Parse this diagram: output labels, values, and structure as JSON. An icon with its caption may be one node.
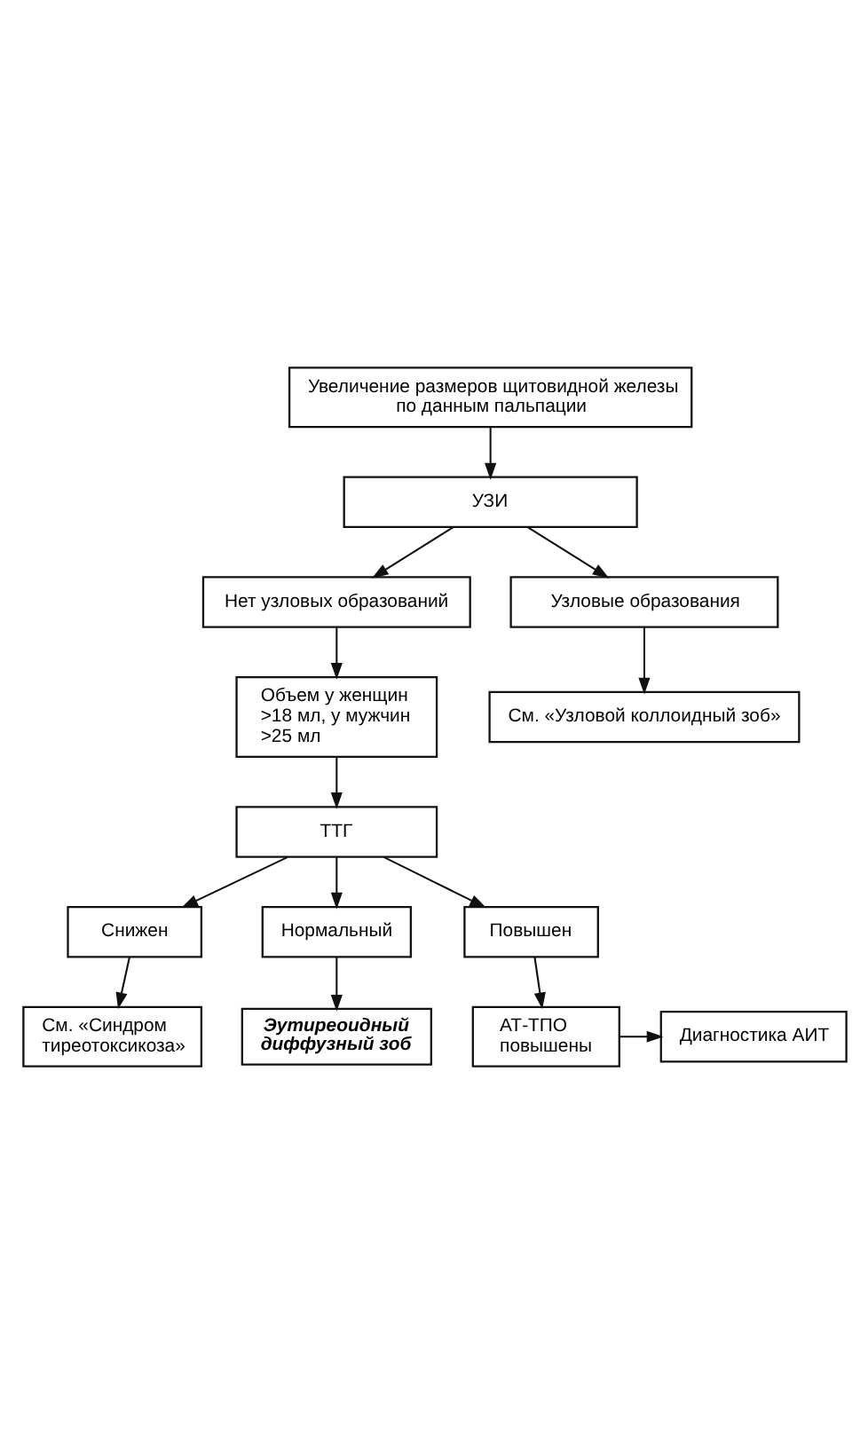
{
  "diagram": {
    "nodes": [
      {
        "text": [
          "Увеличение размеров щитовидной железы по данным пальпации"
        ]
      },
      {
        "text": [
          "УЗИ"
        ]
      },
      {
        "text": [
          "Нет узловых образований"
        ]
      },
      {
        "text": [
          "Узловые образования"
        ]
      },
      {
        "text": [
          "Объем у женщин >18 мл, у мужчин >25 мл"
        ]
      },
      {
        "text": [
          "См. «Узловой коллоидный зоб»"
        ]
      },
      {
        "text": [
          "ТТГ"
        ]
      },
      {
        "text": [
          "Снижен"
        ]
      },
      {
        "text": [
          "Нормальный"
        ]
      },
      {
        "text": [
          "Повышен"
        ]
      },
      {
        "text": [
          "См. «Синдром тиреотоксикоза»"
        ]
      },
      {
        "text": [
          "Эутиреоидный диффузный зоб"
        ]
      },
      {
        "text": [
          "АТ-ТПО повышены"
        ]
      },
      {
        "text": [
          "Диагностика АИТ"
        ]
      }
    ],
    "edges": [
      {
        "from": 0,
        "to": 1,
        "arrow": "to"
      },
      {
        "from": 1,
        "to": 2,
        "arrow": "to"
      },
      {
        "from": 1,
        "to": 3,
        "arrow": "to"
      },
      {
        "from": 2,
        "to": 4,
        "arrow": "to"
      },
      {
        "from": 3,
        "to": 5,
        "arrow": "to"
      },
      {
        "from": 4,
        "to": 6,
        "arrow": "to"
      },
      {
        "from": 6,
        "to": 7,
        "arrow": "to"
      },
      {
        "from": 6,
        "to": 8,
        "arrow": "to"
      },
      {
        "from": 6,
        "to": 9,
        "arrow": "to"
      },
      {
        "from": 7,
        "to": 10,
        "arrow": "to"
      },
      {
        "from": 8,
        "to": 11,
        "arrow": "to"
      },
      {
        "from": 9,
        "to": 12,
        "arrow": "to"
      },
      {
        "from": 12,
        "to": 13,
        "arrow": "to"
      }
    ]
  }
}
